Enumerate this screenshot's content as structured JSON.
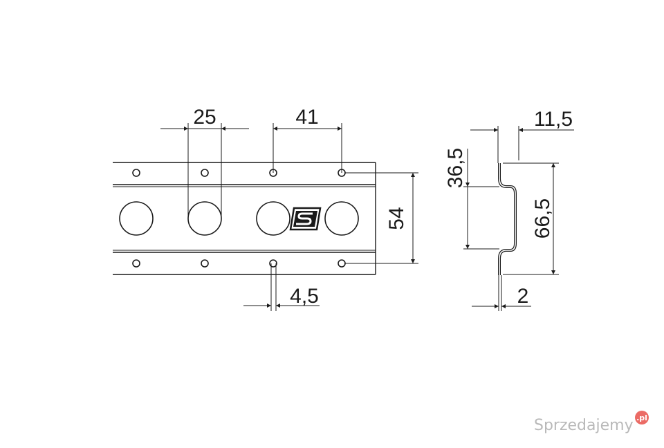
{
  "dimensions": {
    "spacing_holes": "25",
    "spacing_pitch": "41",
    "hole_diameter": "4,5",
    "rail_width": "54",
    "flange_offset": "11,5",
    "profile_depth": "36,5",
    "profile_total_width": "66,5",
    "thickness": "2"
  },
  "watermark": {
    "text": "Sprzedajemy",
    "badge": ".pl"
  }
}
